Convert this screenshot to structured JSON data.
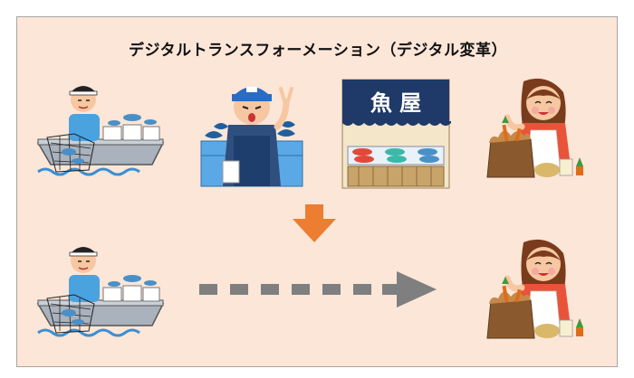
{
  "title": "デジタルトランスフォーメーション（デジタル変革）",
  "sign_text": "魚 屋",
  "colors": {
    "background": "#fce6d8",
    "border": "#a6a6a6",
    "down_arrow": "#ed7d31",
    "dashed_arrow": "#7f7f7f",
    "awning": "#1f3a68"
  },
  "icons": [
    "fisherman-on-boat",
    "fish-market-worker",
    "fish-shop",
    "shopper-with-bag",
    "down-arrow",
    "dashed-right-arrow"
  ]
}
